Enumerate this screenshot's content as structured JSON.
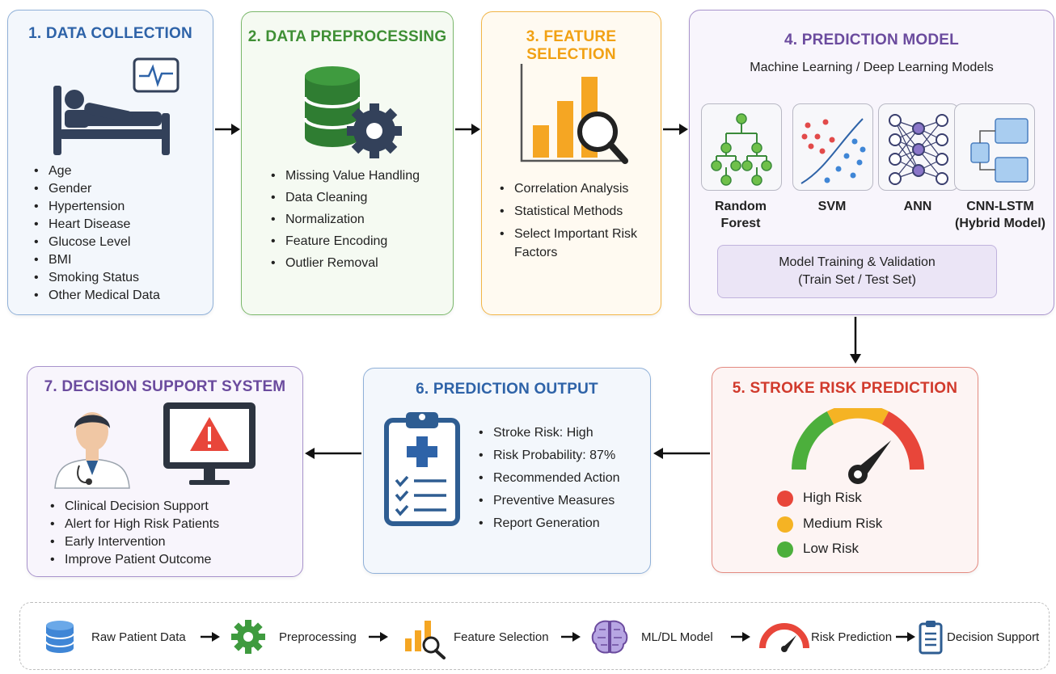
{
  "colors": {
    "blue": "#2e63a8",
    "green": "#3f8f35",
    "orange": "#f1a114",
    "purple": "#6b4b9e",
    "red": "#d13a2c"
  },
  "step1": {
    "title": "1. DATA COLLECTION",
    "icon": "patient-bed-icon",
    "items": [
      "Age",
      "Gender",
      "Hypertension",
      "Heart Disease",
      "Glucose Level",
      "BMI",
      "Smoking Status",
      "Other Medical Data"
    ]
  },
  "step2": {
    "title": "2. DATA PREPROCESSING",
    "icon": "database-gear-icon",
    "items": [
      "Missing Value Handling",
      "Data Cleaning",
      "Normalization",
      "Feature Encoding",
      "Outlier Removal"
    ]
  },
  "step3": {
    "title": "3. FEATURE SELECTION",
    "icon": "bar-chart-magnifier-icon",
    "items": [
      "Correlation Analysis",
      "Statistical Methods",
      "Select Important Risk Factors"
    ]
  },
  "step4": {
    "title": "4. PREDICTION MODEL",
    "subtitle": "Machine Learning / Deep Learning Models",
    "models": [
      {
        "label1": "Random",
        "label2": "Forest",
        "icon": "tree-icon"
      },
      {
        "label1": "SVM",
        "label2": "",
        "icon": "svm-icon"
      },
      {
        "label1": "ANN",
        "label2": "",
        "icon": "neural-network-icon"
      },
      {
        "label1": "CNN-LSTM",
        "label2": "(Hybrid Model)",
        "icon": "cnn-lstm-icon"
      }
    ],
    "training_line1": "Model Training & Validation",
    "training_line2": "(Train Set / Test Set)"
  },
  "step5": {
    "title": "5. STROKE RISK PREDICTION",
    "icon": "gauge-icon",
    "legend": [
      {
        "label": "High Risk",
        "color": "#e8463a"
      },
      {
        "label": "Medium Risk",
        "color": "#f5b324"
      },
      {
        "label": "Low Risk",
        "color": "#4caf3c"
      }
    ]
  },
  "step6": {
    "title": "6. PREDICTION OUTPUT",
    "icon": "clipboard-medical-icon",
    "items": [
      "Stroke Risk: High",
      "Risk Probability: 87%",
      "Recommended Action",
      "Preventive Measures",
      "Report Generation"
    ]
  },
  "step7": {
    "title": "7. DECISION SUPPORT SYSTEM",
    "icon": "doctor-monitor-alert-icon",
    "items": [
      "Clinical Decision Support",
      "Alert for High Risk Patients",
      "Early Intervention",
      "Improve Patient Outcome"
    ]
  },
  "flow": [
    {
      "label": "Raw Patient Data",
      "icon": "database-icon"
    },
    {
      "label": "Preprocessing",
      "icon": "gear-icon"
    },
    {
      "label": "Feature Selection",
      "icon": "chart-search-icon"
    },
    {
      "label": "ML/DL Model",
      "icon": "brain-icon"
    },
    {
      "label": "Risk Prediction",
      "icon": "gauge-icon"
    },
    {
      "label": "Decision Support",
      "icon": "document-icon"
    }
  ]
}
